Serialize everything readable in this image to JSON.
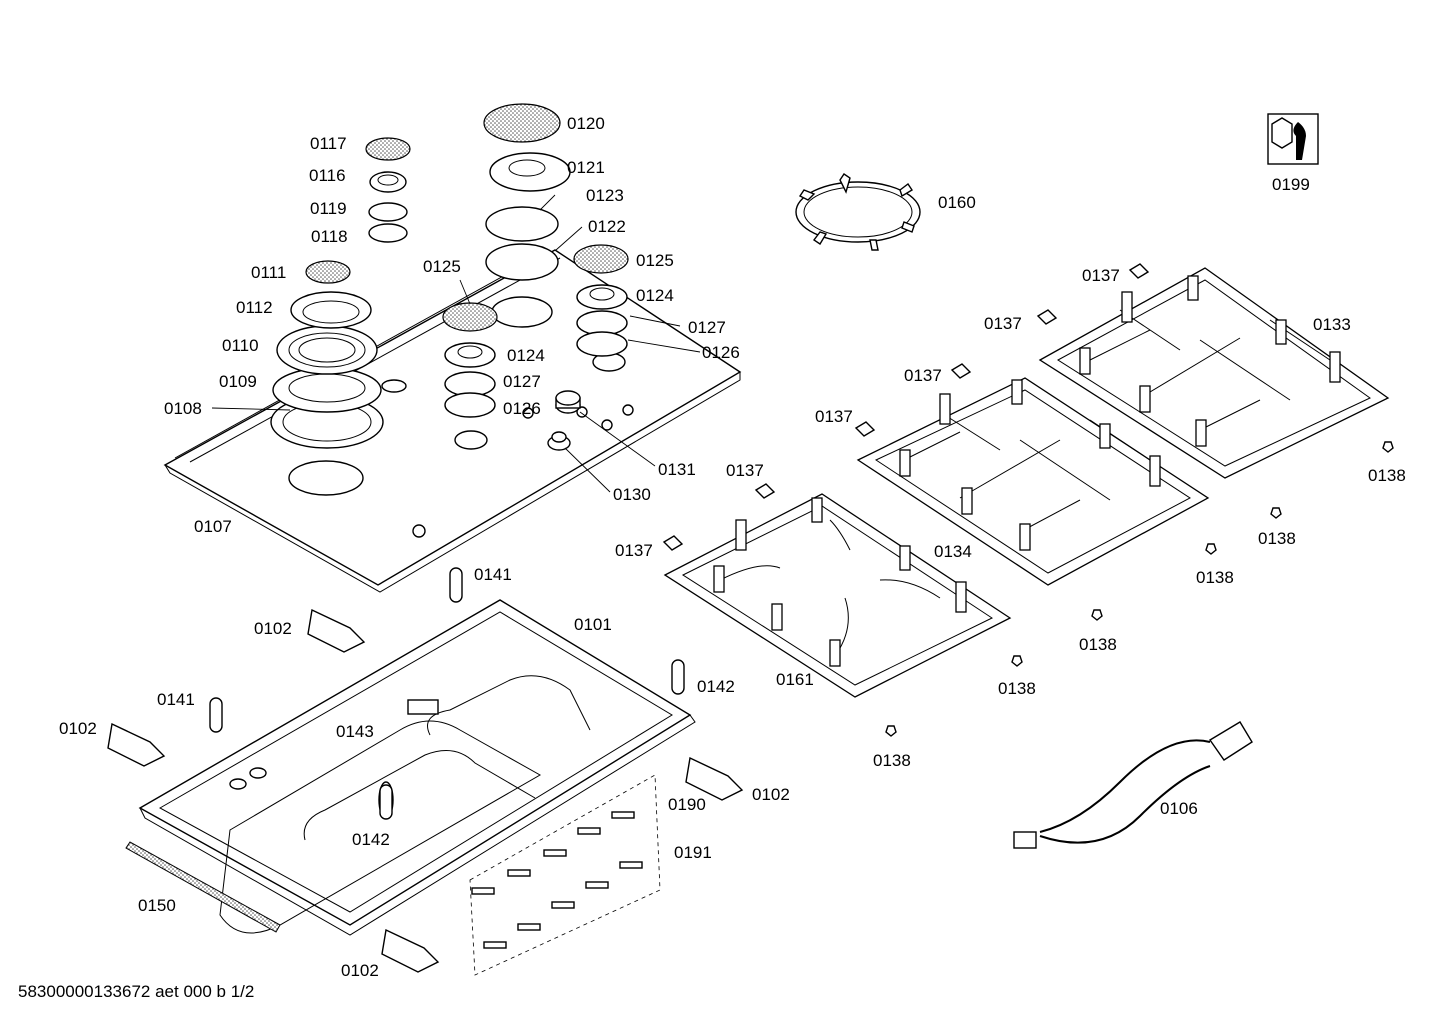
{
  "document_id": "58300000133672 aet 000 b 1/2",
  "labels": {
    "p0101": "0101",
    "p0102": "0102",
    "p0106": "0106",
    "p0107": "0107",
    "p0108": "0108",
    "p0109": "0109",
    "p0110": "0110",
    "p0111": "0111",
    "p0112": "0112",
    "p0116": "0116",
    "p0117": "0117",
    "p0118": "0118",
    "p0119": "0119",
    "p0120": "0120",
    "p0121": "0121",
    "p0122": "0122",
    "p0123": "0123",
    "p0124": "0124",
    "p0125": "0125",
    "p0126": "0126",
    "p0127": "0127",
    "p0130": "0130",
    "p0131": "0131",
    "p0133": "0133",
    "p0134": "0134",
    "p0137": "0137",
    "p0138": "0138",
    "p0141": "0141",
    "p0142": "0142",
    "p0143": "0143",
    "p0150": "0150",
    "p0160": "0160",
    "p0161": "0161",
    "p0190": "0190",
    "p0191": "0191",
    "p0199": "0199"
  }
}
